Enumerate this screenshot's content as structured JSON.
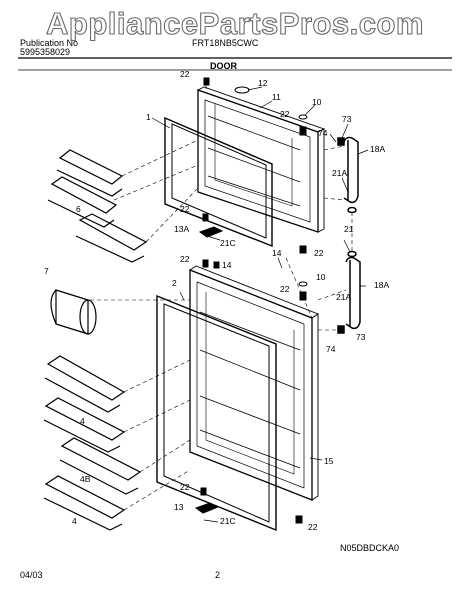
{
  "header": {
    "publication_label": "Publication No",
    "publication_number": "5995358029",
    "model": "FRT18NB5CWC",
    "section_title": "DOOR"
  },
  "watermark": "AppliancePartsPros.com",
  "callouts": {
    "c1": "1",
    "c2": "2",
    "c4a": "4",
    "c4b": "4",
    "c4B": "4B",
    "c6": "6",
    "c7": "7",
    "c10a": "10",
    "c10b": "10",
    "c11": "11",
    "c12": "12",
    "c13": "13",
    "c13A": "13A",
    "c14a": "14",
    "c14b": "14",
    "c15": "15",
    "c18Aa": "18A",
    "c18Ab": "18A",
    "c21": "21",
    "c21Aa": "21A",
    "c21Ab": "21A",
    "c21Ca": "21C",
    "c21Cb": "21C",
    "c22a": "22",
    "c22b": "22",
    "c22c": "22",
    "c22d": "22",
    "c22e": "22",
    "c22f": "22",
    "c22g": "22",
    "c22h": "22",
    "c22i": "22",
    "c22j": "22",
    "c73a": "73",
    "c73b": "73",
    "c74a": "74",
    "c74b": "74"
  },
  "footer": {
    "drawing_code": "N05DBDCKA0",
    "date": "04/03",
    "page": "2"
  },
  "colors": {
    "line": "#000000",
    "watermark_outline": "#6a6a6a"
  }
}
